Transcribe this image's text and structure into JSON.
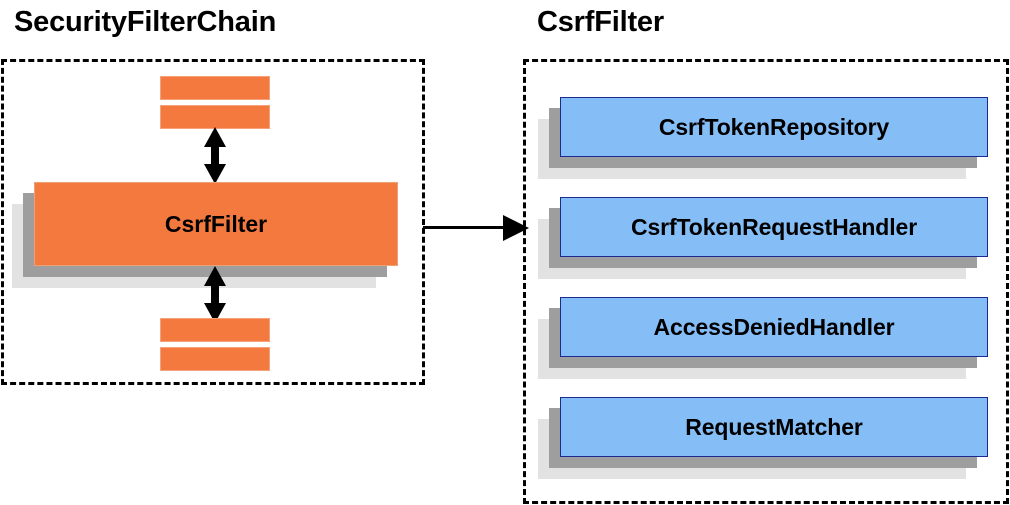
{
  "diagram": {
    "type": "component-relationship-diagram",
    "background_color": "#ffffff",
    "palette": {
      "orange_fill": "#f4793f",
      "orange_border": "#f0a075",
      "blue_fill": "#85bdf7",
      "blue_border": "#1b2a8f",
      "shadow_near": "#9e9e9e",
      "shadow_far": "#e2e2e2",
      "outline": "#000000"
    },
    "panels": [
      {
        "id": "security-filter-chain",
        "title": "SecurityFilterChain",
        "border_style": "dashed",
        "nodes": [
          {
            "id": "filter-bar-top-1",
            "label": "",
            "kind": "bar",
            "color": "#f4793f"
          },
          {
            "id": "filter-bar-top-2",
            "label": "",
            "kind": "bar",
            "color": "#f4793f"
          },
          {
            "id": "csrf-filter",
            "label": "CsrfFilter",
            "kind": "box",
            "color": "#f4793f"
          },
          {
            "id": "filter-bar-bottom-1",
            "label": "",
            "kind": "bar",
            "color": "#f4793f"
          },
          {
            "id": "filter-bar-bottom-2",
            "label": "",
            "kind": "bar",
            "color": "#f4793f"
          }
        ],
        "connectors": [
          {
            "id": "link-above-csrf-filter",
            "type": "double-arrow-vertical"
          },
          {
            "id": "link-below-csrf-filter",
            "type": "double-arrow-vertical"
          }
        ]
      },
      {
        "id": "csrf-filter-detail",
        "title": "CsrfFilter",
        "border_style": "dashed",
        "nodes": [
          {
            "id": "csrf-token-repository",
            "label": "CsrfTokenRepository",
            "kind": "box",
            "color": "#85bdf7"
          },
          {
            "id": "csrf-token-request-handler",
            "label": "CsrfTokenRequestHandler",
            "kind": "box",
            "color": "#85bdf7"
          },
          {
            "id": "access-denied-handler",
            "label": "AccessDeniedHandler",
            "kind": "box",
            "color": "#85bdf7"
          },
          {
            "id": "request-matcher",
            "label": "RequestMatcher",
            "kind": "box",
            "color": "#85bdf7"
          }
        ]
      }
    ],
    "cross_panel_connector": {
      "id": "expansion-arrow",
      "type": "single-arrow-right",
      "from": "security-filter-chain",
      "to": "csrf-filter-detail"
    }
  }
}
